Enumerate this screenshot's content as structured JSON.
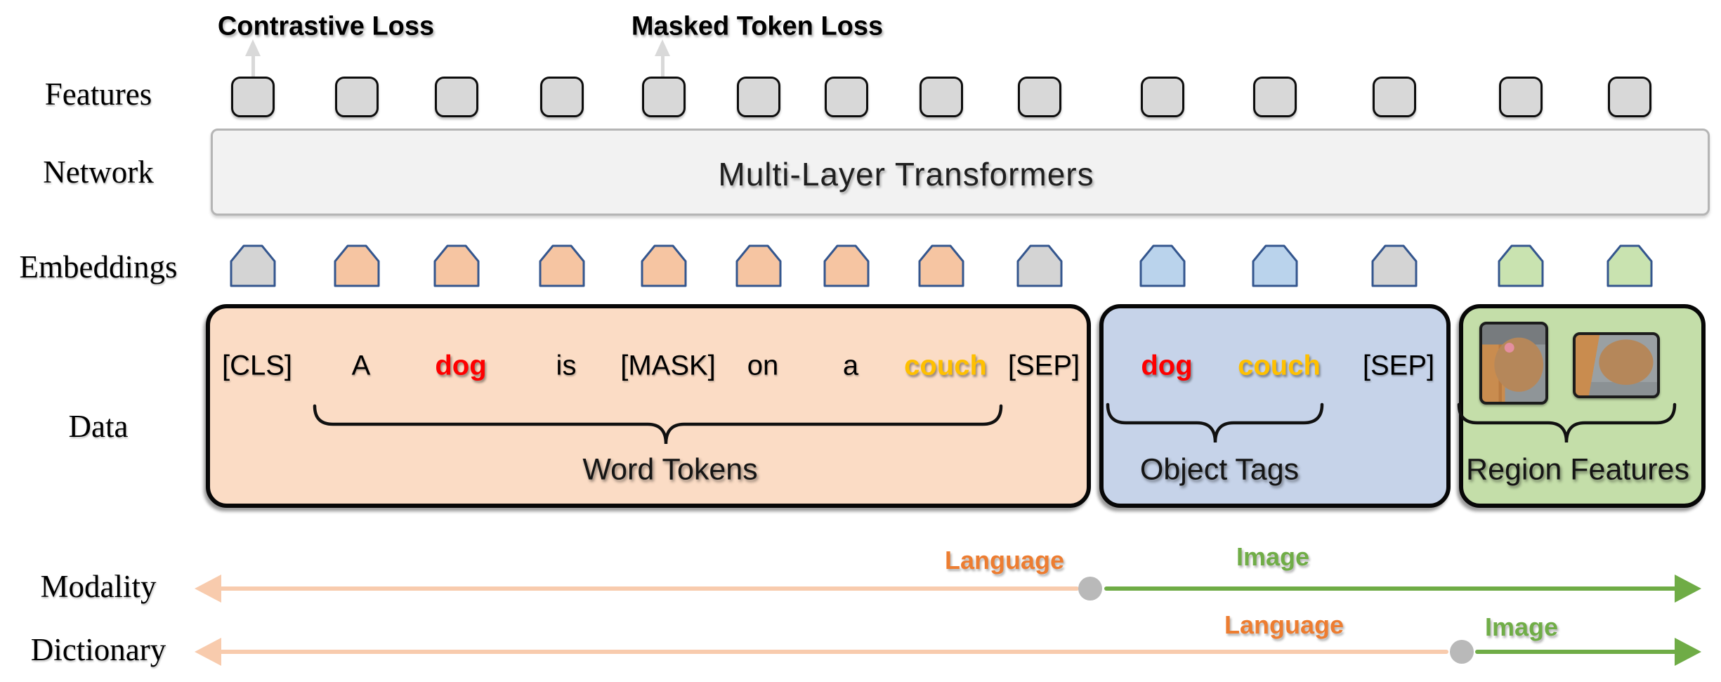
{
  "row_labels": {
    "features": "Features",
    "network": "Network",
    "embeddings": "Embeddings",
    "data": "Data",
    "modality": "Modality",
    "dictionary": "Dictionary"
  },
  "losses": {
    "contrastive_label": "Contrastive Loss",
    "masked_token_label": "Masked Token Loss"
  },
  "network_box": {
    "label": "Multi-Layer Transformers"
  },
  "data_boxes": {
    "word_tokens": {
      "caption": "Word Tokens",
      "tokens": [
        {
          "text": "[CLS]",
          "color": "black"
        },
        {
          "text": "A",
          "color": "black"
        },
        {
          "text": "dog",
          "color": "red"
        },
        {
          "text": "is",
          "color": "black"
        },
        {
          "text": "[MASK]",
          "color": "black"
        },
        {
          "text": "on",
          "color": "black"
        },
        {
          "text": "a",
          "color": "black"
        },
        {
          "text": "couch",
          "color": "gold"
        },
        {
          "text": "[SEP]",
          "color": "black"
        }
      ]
    },
    "object_tags": {
      "caption": "Object Tags",
      "tokens": [
        {
          "text": "dog",
          "color": "red"
        },
        {
          "text": "couch",
          "color": "gold"
        },
        {
          "text": "[SEP]",
          "color": "black"
        }
      ]
    },
    "region_features": {
      "caption": "Region Features",
      "images": [
        "dog-upper-body-region-photo",
        "dog-legs-on-couch-region-photo"
      ]
    }
  },
  "features_row": {
    "count": 14
  },
  "embeddings_row": {
    "types": [
      "special",
      "word",
      "word",
      "word",
      "word",
      "word",
      "word",
      "word",
      "special",
      "tag",
      "tag",
      "special",
      "region",
      "region"
    ]
  },
  "axes": {
    "modality": {
      "language_label": "Language",
      "image_label": "Image"
    },
    "dictionary": {
      "language_label": "Language",
      "image_label": "Image"
    }
  },
  "colors": {
    "token_red": "#FE0000",
    "token_gold": "#FFC000",
    "language_orange": "#ED7D31",
    "image_green": "#70AD47",
    "axis_peach": "#F8CBAD",
    "axis_green": "#6FAC46",
    "axis_dot_gray": "#B9B9B9",
    "emb_special": "#D4D4D4",
    "emb_word": "#F6C5A2",
    "emb_tag": "#BAD3EC",
    "emb_region": "#C9E3B0",
    "emb_border": "#34568E",
    "feature_fill": "#D8D8D8",
    "network_fill": "#F2F2F2",
    "box_word": "#FBDCC5",
    "box_tag": "#C6D3E9",
    "box_region": "#C4DEA9",
    "loss_arrow_gray": "#D9D9D9"
  }
}
